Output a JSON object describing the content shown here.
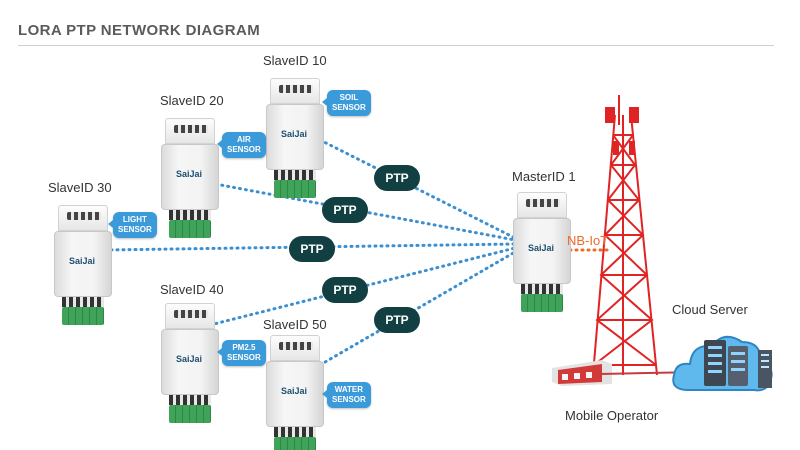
{
  "title": "LORA PTP NETWORK DIAGRAM",
  "nodes": {
    "slave10": {
      "label": "SlaveID 10",
      "sensor": "SOIL\nSENSOR"
    },
    "slave20": {
      "label": "SlaveID 20",
      "sensor": "AIR\nSENSOR"
    },
    "slave30": {
      "label": "SlaveID 30",
      "sensor": "LIGHT\nSENSOR"
    },
    "slave40": {
      "label": "SlaveID 40",
      "sensor": "PM2.5\nSENSOR"
    },
    "slave50": {
      "label": "SlaveID 50",
      "sensor": "WATER\nSENSOR"
    },
    "master": {
      "label": "MasterID 1"
    },
    "tower": {
      "label": "Mobile Operator"
    },
    "cloud": {
      "label": "Cloud Server"
    }
  },
  "device_logo": "SaiJai",
  "link_label": "PTP",
  "uplink_label": "NB-IoT",
  "colors": {
    "link": "#3b8fd0",
    "ptp_badge": "#123f42",
    "sensor_tag": "#3b9ad9",
    "uplink": "#ee6a2c",
    "tower": "#e02424"
  }
}
